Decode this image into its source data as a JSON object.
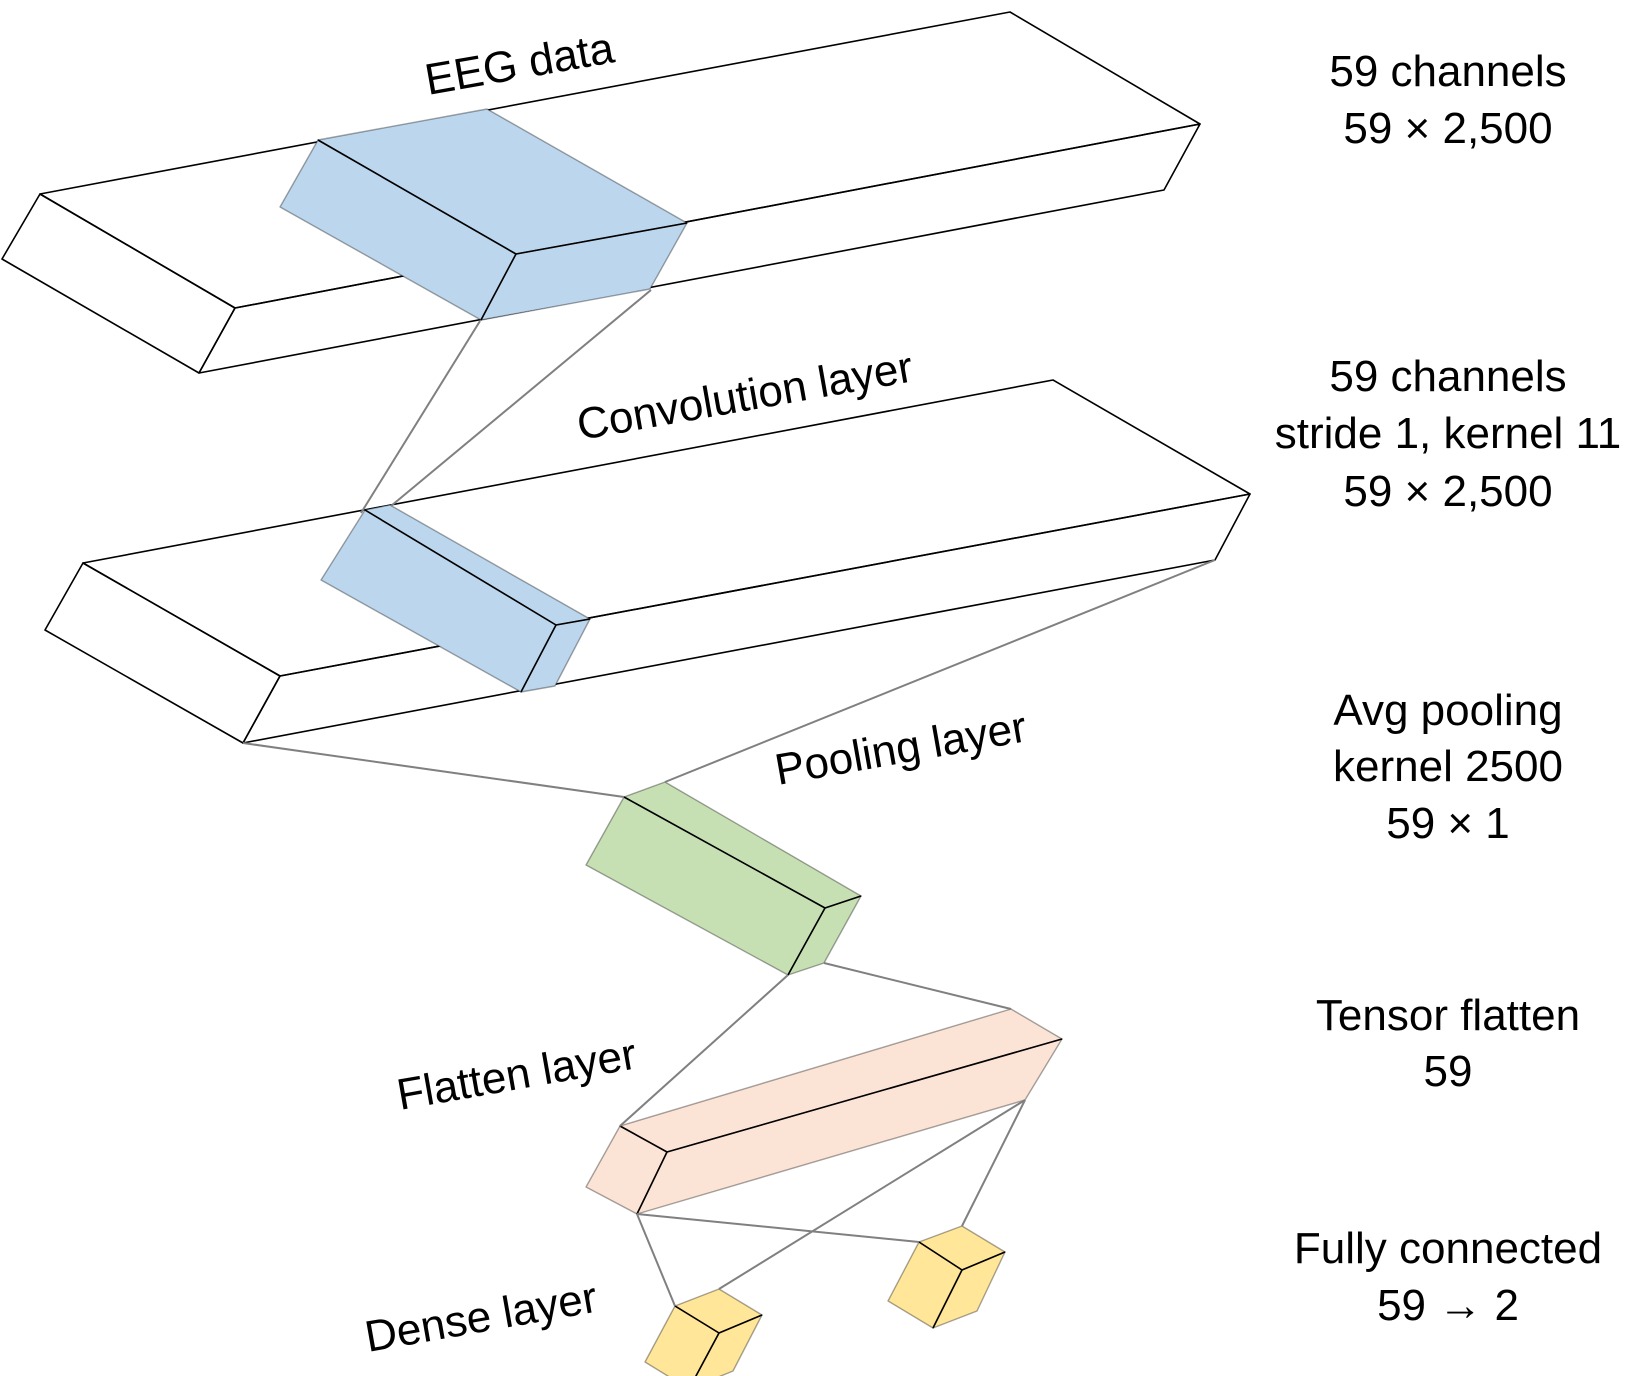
{
  "colors": {
    "convolution": "#bcd6ed",
    "pooling": "#c6e0b4",
    "flatten": "#fbe3d5",
    "dense": "#ffe699",
    "connector": "#808080"
  },
  "layers": [
    {
      "label": "EEG data",
      "info": [
        "59 channels",
        "59 × 2,500"
      ]
    },
    {
      "label": "Convolution layer",
      "info": [
        "59 channels",
        "stride 1, kernel 11",
        "59 × 2,500"
      ]
    },
    {
      "label": "Pooling layer",
      "info": [
        "Avg pooling",
        "kernel 2500",
        "59 × 1"
      ]
    },
    {
      "label": "Flatten layer",
      "info": [
        "Tensor flatten",
        "59"
      ]
    },
    {
      "label": "Dense layer",
      "info": [
        "Fully connected",
        "59 → 2"
      ]
    }
  ]
}
